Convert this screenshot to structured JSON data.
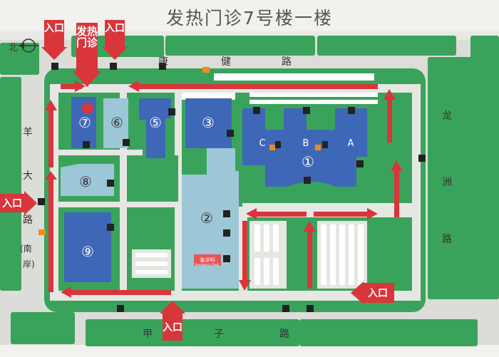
{
  "title": "发热门诊7号楼一楼",
  "roads": {
    "north_label": "北",
    "top": [
      "康",
      "健",
      "路"
    ],
    "left": [
      "羊",
      "大",
      "路"
    ],
    "left_note": [
      "(南",
      "岸)"
    ],
    "right": [
      "龙",
      "洲",
      "路"
    ],
    "bottom": [
      "甲",
      "子",
      "路"
    ]
  },
  "entrances": {
    "top_left": "入口",
    "fever": "发热门诊",
    "top_right": "入口",
    "left": "入口",
    "bottom": "入口",
    "bottom_right": "入口"
  },
  "buildings": [
    "①",
    "②",
    "③",
    "⑤",
    "⑥",
    "⑦",
    "⑧",
    "⑨"
  ],
  "wings": [
    "A",
    "B",
    "C"
  ],
  "emergency": {
    "label": "急诊科",
    "sub": "Emergency Dept."
  },
  "colors": {
    "building": "#3f67b8",
    "building_light": "#9dc7d6",
    "lawn": "#3aa35b",
    "arrow": "#d9353a",
    "road": "#cfd1cc",
    "path": "#e6e7e2"
  }
}
